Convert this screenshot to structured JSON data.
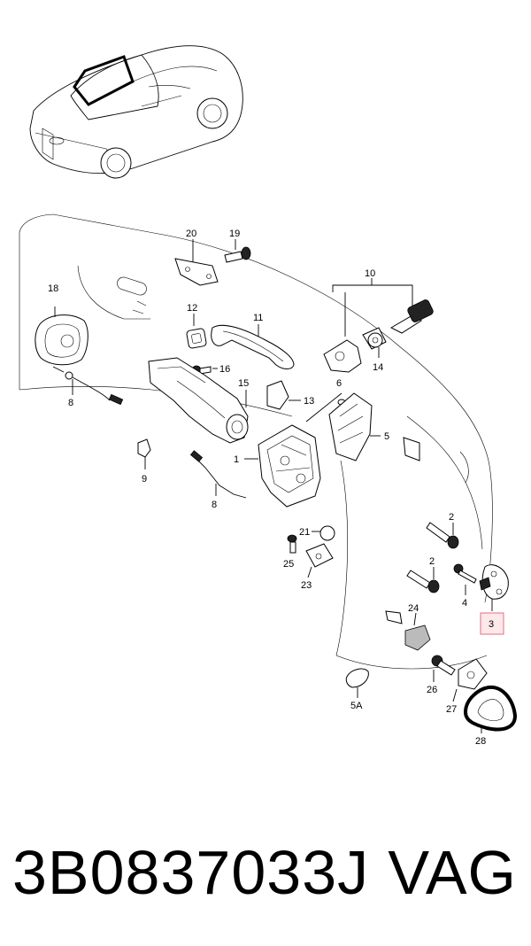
{
  "diagram": {
    "callouts": [
      {
        "id": "c20",
        "text": "20",
        "highlight": false
      },
      {
        "id": "c19",
        "text": "19",
        "highlight": false
      },
      {
        "id": "c18",
        "text": "18",
        "highlight": false
      },
      {
        "id": "c10",
        "text": "10",
        "highlight": false
      },
      {
        "id": "c12",
        "text": "12",
        "highlight": false
      },
      {
        "id": "c11",
        "text": "11",
        "highlight": false
      },
      {
        "id": "c14",
        "text": "14",
        "highlight": false
      },
      {
        "id": "c16",
        "text": "16",
        "highlight": false
      },
      {
        "id": "c15",
        "text": "15",
        "highlight": false
      },
      {
        "id": "c8a",
        "text": "8",
        "highlight": false
      },
      {
        "id": "c6",
        "text": "6",
        "highlight": false
      },
      {
        "id": "c13",
        "text": "13",
        "highlight": false
      },
      {
        "id": "c5",
        "text": "5",
        "highlight": false
      },
      {
        "id": "c1",
        "text": "1",
        "highlight": false
      },
      {
        "id": "c9",
        "text": "9",
        "highlight": false
      },
      {
        "id": "c8b",
        "text": "8",
        "highlight": false
      },
      {
        "id": "c2a",
        "text": "2",
        "highlight": false
      },
      {
        "id": "c21",
        "text": "21",
        "highlight": false
      },
      {
        "id": "c25",
        "text": "25",
        "highlight": false
      },
      {
        "id": "c2b",
        "text": "2",
        "highlight": false
      },
      {
        "id": "c4",
        "text": "4",
        "highlight": false
      },
      {
        "id": "c23",
        "text": "23",
        "highlight": false
      },
      {
        "id": "c3",
        "text": "3",
        "highlight": true
      },
      {
        "id": "c24",
        "text": "24",
        "highlight": false
      },
      {
        "id": "c26",
        "text": "26",
        "highlight": false
      },
      {
        "id": "c5A",
        "text": "5A",
        "highlight": false
      },
      {
        "id": "c27",
        "text": "27",
        "highlight": false
      },
      {
        "id": "c28",
        "text": "28",
        "highlight": false
      }
    ],
    "highlight_color": "#e2707c"
  },
  "footer": {
    "part_number": "3B0837033J",
    "brand": "VAG"
  }
}
